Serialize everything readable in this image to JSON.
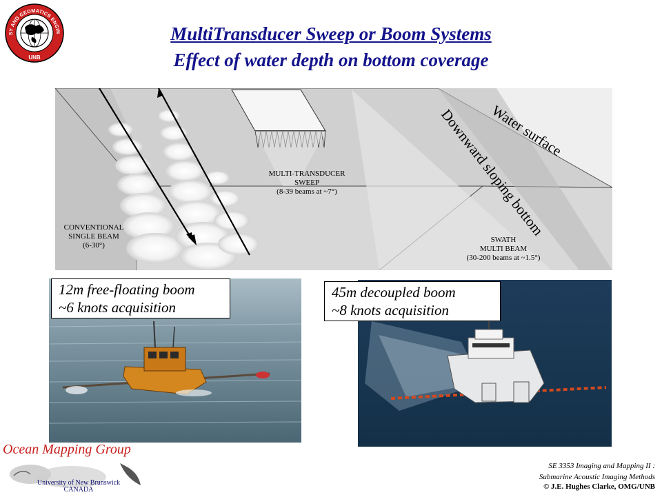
{
  "logo": {
    "ring_text": "GEODESY AND GEOMATICS ENGINEERING",
    "bottom_text": "UNB",
    "colors": {
      "ring": "#cc1f1f",
      "text": "#ffffff"
    }
  },
  "title": {
    "line1": "MultiTransducer Sweep or Boom Systems",
    "line2": "Effect of water depth on bottom coverage",
    "color": "#14148c"
  },
  "diagram": {
    "conventional": {
      "line1": "CONVENTIONAL",
      "line2": "SINGLE BEAM",
      "line3": "(6-30°)"
    },
    "sweep": {
      "line1": "MULTI-TRANSDUCER",
      "line2": "SWEEP",
      "line3": "(8-39 beams at ~7°)"
    },
    "swath": {
      "line1": "SWATH",
      "line2": "MULTI BEAM",
      "line3": "(30-200 beams at ~1.5°)"
    },
    "water_surface": "Water surface",
    "bottom": "Downward sloping bottom"
  },
  "photos": {
    "left": {
      "line1": "12m free-floating boom",
      "line2": "~6 knots acquisition"
    },
    "right": {
      "line1": "45m decoupled boom",
      "line2": "~8 knots acquisition"
    }
  },
  "footer": {
    "group": "Ocean Mapping Group",
    "university_line1": "University of New Brunswick",
    "university_line2": "CANADA",
    "course_line1": "SE 3353 Imaging and Mapping II :",
    "course_line2": "Submarine Acoustic Imaging Methods",
    "copyright": "© J.E. Hughes Clarke, OMG/UNB"
  }
}
